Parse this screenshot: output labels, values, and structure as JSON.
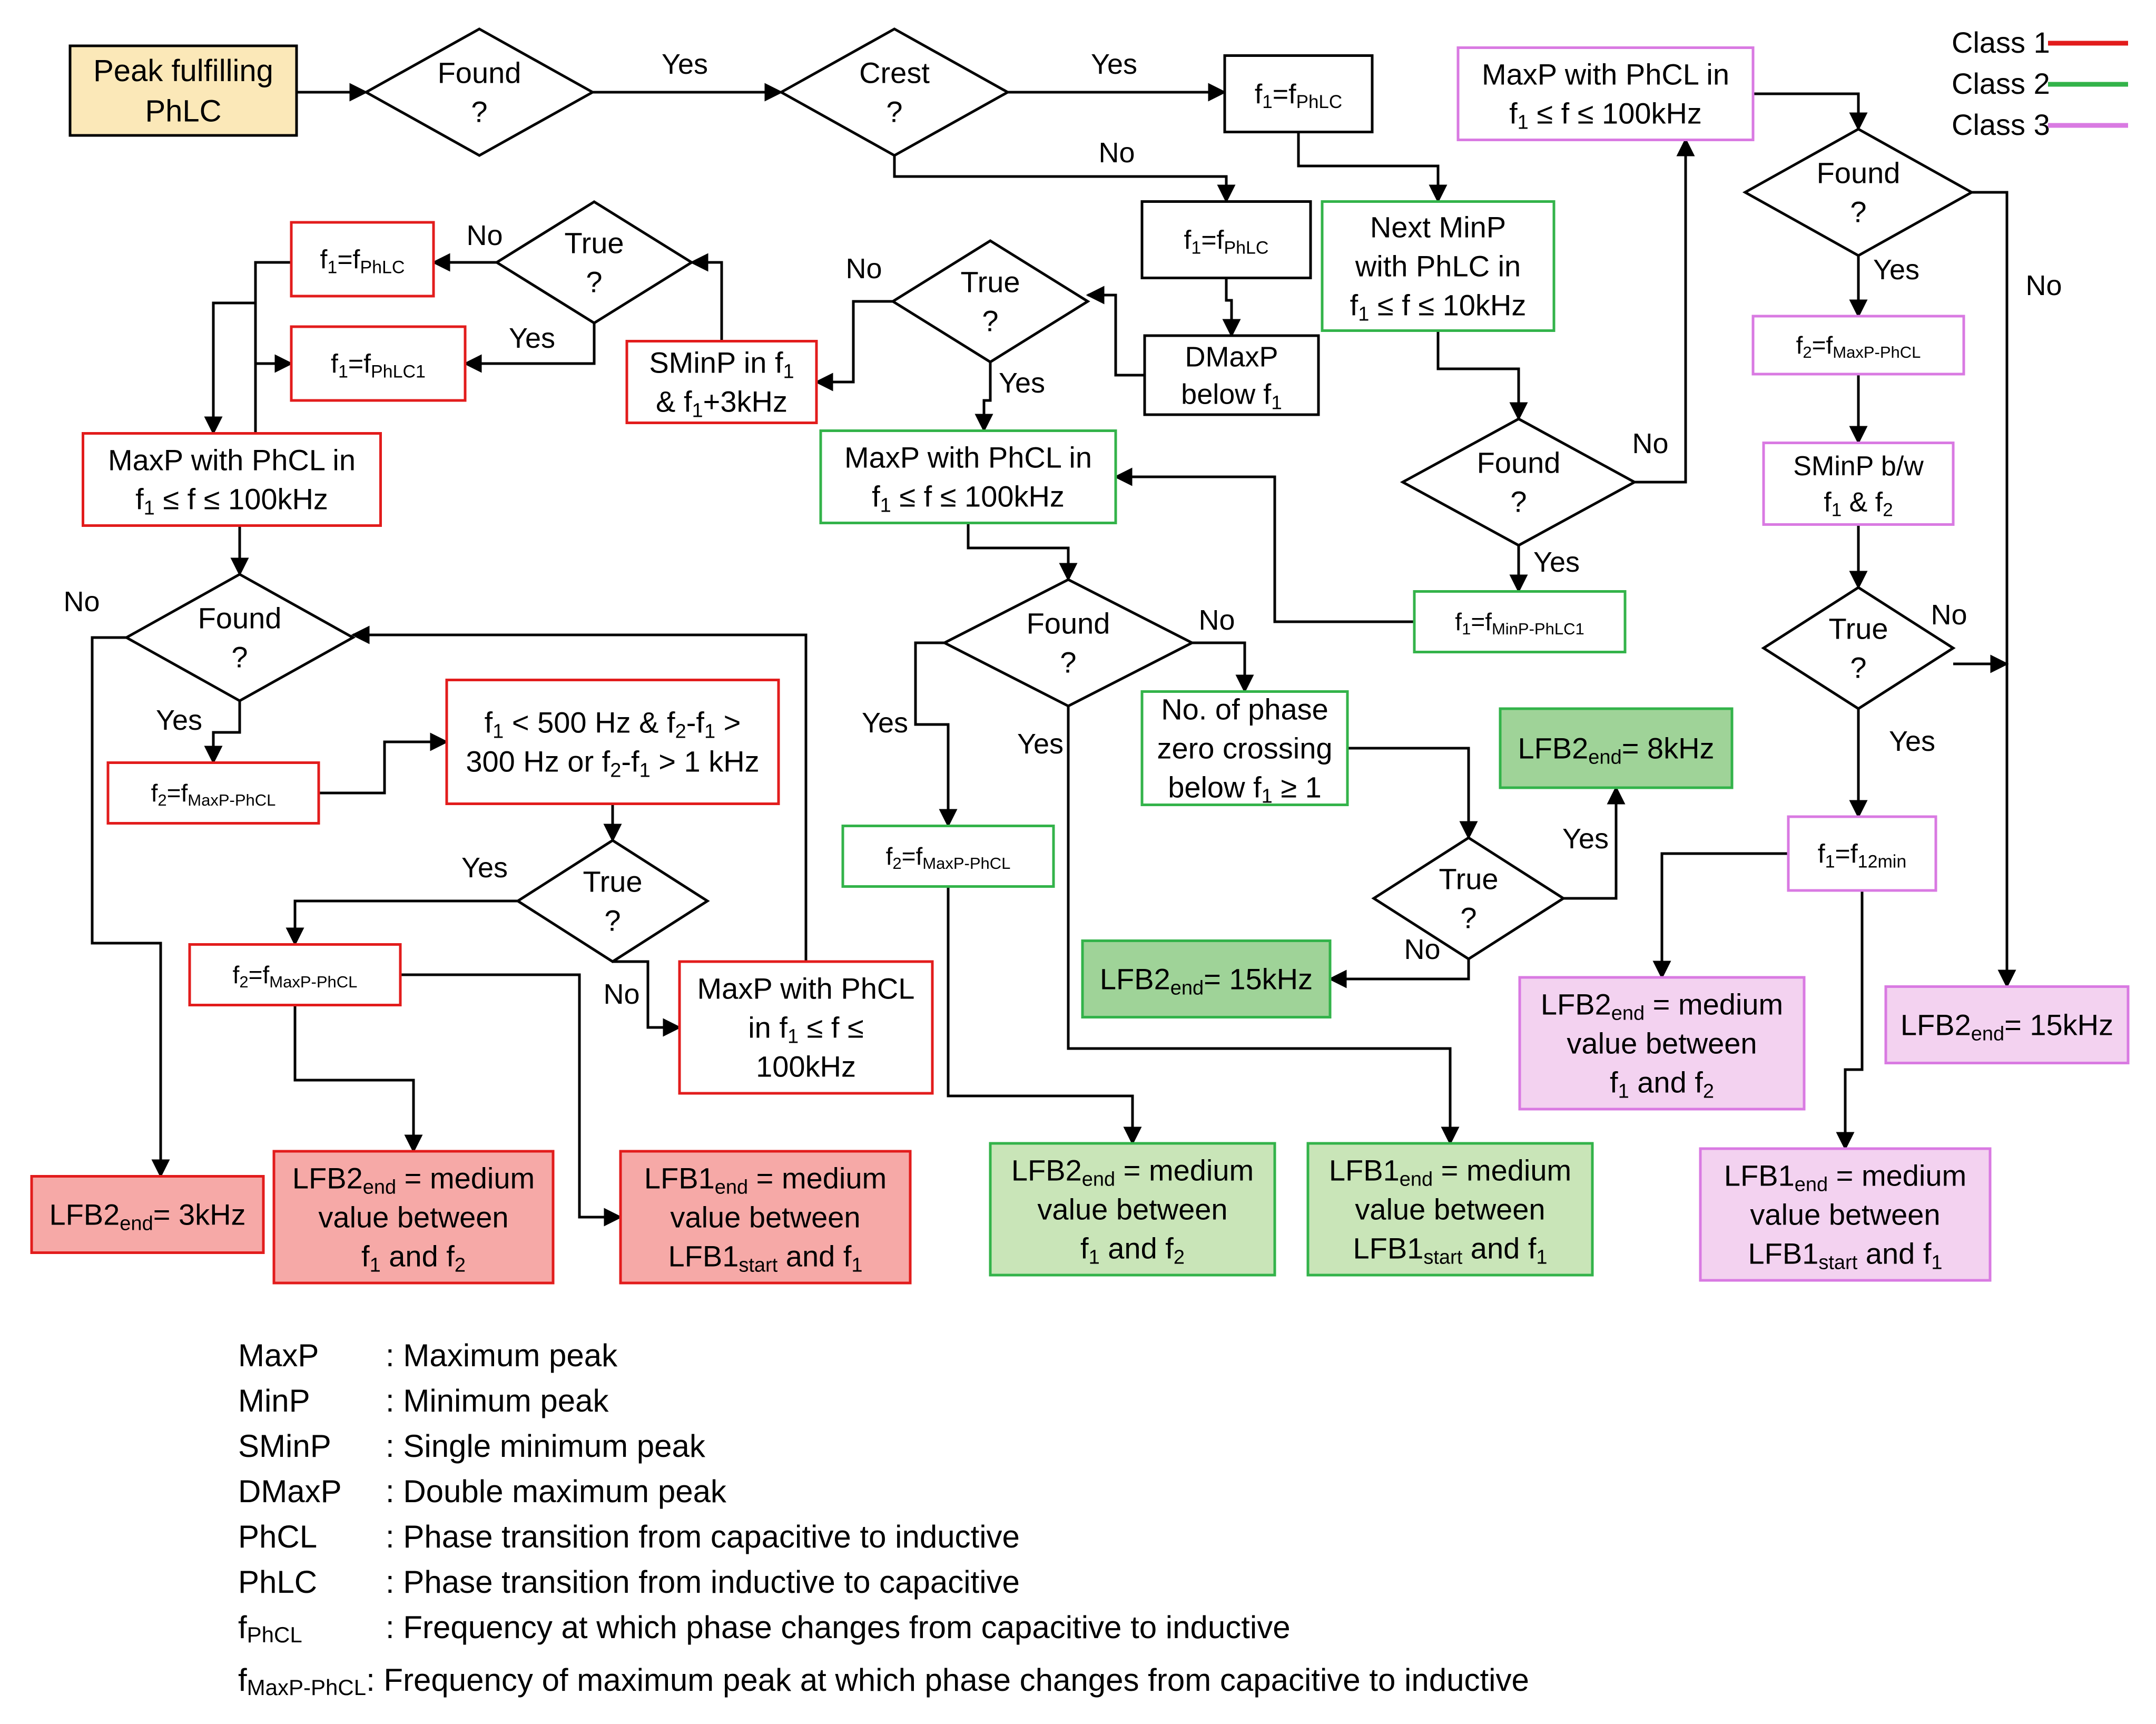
{
  "colors": {
    "class1": "#e21c1c",
    "class2": "#33b34a",
    "class3": "#d97ae2",
    "fill_start": "#fbe8b8",
    "fill_class1": "#f6a9a7",
    "fill_class2": "#c9e5b8",
    "fill_class2_dark": "#9fd398",
    "fill_class3": "#f3d2f0"
  },
  "legend": {
    "class1": "Class 1",
    "class2": "Class 2",
    "class3": "Class 3"
  },
  "edge_labels": {
    "yes": "Yes",
    "no": "No"
  },
  "nodes": {
    "start": [
      "Peak fulfilling",
      "PhLC"
    ],
    "found_start": [
      "Found",
      "?"
    ],
    "crest": [
      "Crest",
      "?"
    ],
    "f1_phlc_top": [
      "f1=fPhLC"
    ],
    "f1_phlc_mid": [
      "f1=fPhLC"
    ],
    "dmaxp": [
      "DMaxP",
      "below f1"
    ],
    "true_mid": [
      "True",
      "?"
    ],
    "maxp_g": [
      "MaxP with PhCL in",
      "f1 ≤ f ≤ 100kHz"
    ],
    "found_g": [
      "Found",
      "?"
    ],
    "f2_g": [
      "f2=fMaxP-PhCL"
    ],
    "phase_zero": [
      "No. of phase",
      "zero crossing",
      "below f1 ≥ 1"
    ],
    "true_g": [
      "True",
      "?"
    ],
    "lfb2_8k": [
      "LFB2end= 8kHz"
    ],
    "lfb2_15k_g": [
      "LFB2end= 15kHz"
    ],
    "lfb2_med_g": [
      "LFB2end = medium",
      "value between",
      "f1 and f2"
    ],
    "lfb1_med_g": [
      "LFB1end = medium",
      "value between",
      "LFB1start and f1"
    ],
    "next_minp": [
      "Next MinP",
      "with PhLC in",
      "f1 ≤ f ≤ 10kHz"
    ],
    "found_minp": [
      "Found",
      "?"
    ],
    "f1_minp": [
      "f1=fMinP-PhLC1"
    ],
    "maxp_p": [
      "MaxP with PhCL in",
      "f1 ≤ f ≤ 100kHz"
    ],
    "found_p": [
      "Found",
      "?"
    ],
    "f2_p": [
      "f2=fMaxP-PhCL"
    ],
    "sminp_p": [
      "SMinP b/w",
      "f1 & f2"
    ],
    "true_p": [
      "True",
      "?"
    ],
    "f1_12min": [
      "f1=f12min"
    ],
    "lfb2_med_p": [
      "LFB2end = medium",
      "value between",
      "f1 and f2"
    ],
    "lfb1_med_p": [
      "LFB1end = medium",
      "value between",
      "LFB1start and f1"
    ],
    "lfb2_15k_p": [
      "LFB2end= 15kHz"
    ],
    "sminp_r": [
      "SMinP in f1",
      "& f1+3kHz"
    ],
    "true_r": [
      "True",
      "?"
    ],
    "f1_phlc_r": [
      "f1=fPhLC"
    ],
    "f1_phlc1_r": [
      "f1=fPhLC1"
    ],
    "maxp_r": [
      "MaxP with PhCL in",
      "f1 ≤ f ≤ 100kHz"
    ],
    "found_r": [
      "Found",
      "?"
    ],
    "f2_r1": [
      "f2=fMaxP-PhCL"
    ],
    "cond_r": [
      "f1 < 500 Hz & f2-f1 >",
      "300 Hz or f2-f1 > 1 kHz"
    ],
    "true_r2": [
      "True",
      "?"
    ],
    "f2_r2": [
      "f2=fMaxP-PhCL"
    ],
    "maxp_r2": [
      "MaxP with PhCL",
      "in f1 ≤ f ≤",
      "100kHz"
    ],
    "lfb2_3k": [
      "LFB2end= 3kHz"
    ],
    "lfb2_med_r": [
      "LFB2end = medium",
      "value between",
      "f1 and f2"
    ],
    "lfb1_med_r": [
      "LFB1end = medium",
      "value between",
      "LFB1start and f1"
    ]
  },
  "glossary": [
    {
      "term": "MaxP",
      "def": ": Maximum peak"
    },
    {
      "term": "MinP",
      "def": ": Minimum peak"
    },
    {
      "term": "SMinP",
      "def": ": Single minimum peak"
    },
    {
      "term": "DMaxP",
      "def": ": Double maximum peak"
    },
    {
      "term": "PhCL",
      "def": ": Phase transition from capacitive to inductive"
    },
    {
      "term": "PhLC",
      "def": ": Phase transition from inductive to capacitive"
    },
    {
      "term": "fPhCL",
      "def": ": Frequency at which phase changes from capacitive to inductive"
    },
    {
      "term": "fMaxP-PhCL",
      "def": ": Frequency of maximum peak at which phase changes from capacitive to inductive"
    }
  ]
}
